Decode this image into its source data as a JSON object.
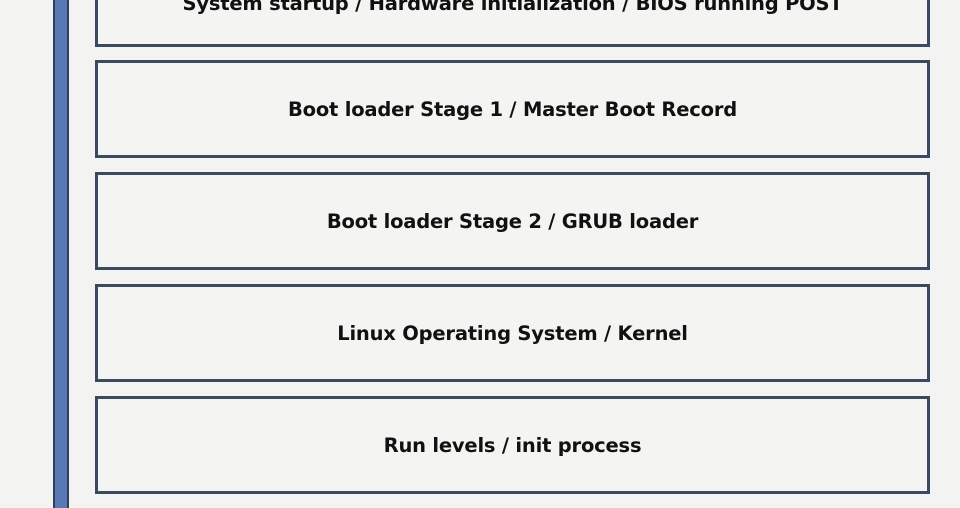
{
  "stages": [
    {
      "label": "System startup / Hardware initialization / BIOS running POST"
    },
    {
      "label": "Boot loader Stage 1 / Master Boot Record"
    },
    {
      "label": "Boot loader Stage 2 / GRUB loader"
    },
    {
      "label": "Linux Operating System / Kernel"
    },
    {
      "label": "Run levels / init process"
    }
  ],
  "colors": {
    "rail": "#5878b6",
    "border": "#3b4a62",
    "background": "#f3f3f1"
  }
}
